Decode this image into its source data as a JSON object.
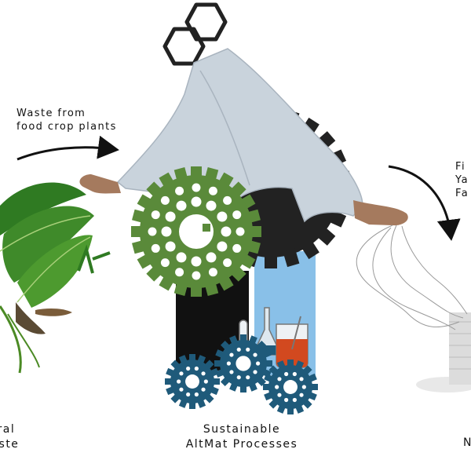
{
  "labels": {
    "waste_from": "Waste from\nfood crop plants",
    "natural_waste": "tural\nWaste",
    "processes": "Sustainable\nAltMat Processes",
    "right_top": "Fi\nYa\nFa",
    "right_bottom": "N"
  },
  "colors": {
    "green_gear": "#5a8a3a",
    "blue_gear": "#1f5a7a",
    "dark_gear": "#222222",
    "coat": "#c9d3dc",
    "skin": "#a57a5e",
    "leaf": "#3f8a2a",
    "light_blue": "#89c0e8"
  },
  "icons": [
    "hexagon-logo-icon",
    "scientist-icon",
    "gear-icon",
    "beaker-icon",
    "flask-icon",
    "yarn-spool-icon",
    "leaf-icon",
    "arrow-icon"
  ]
}
